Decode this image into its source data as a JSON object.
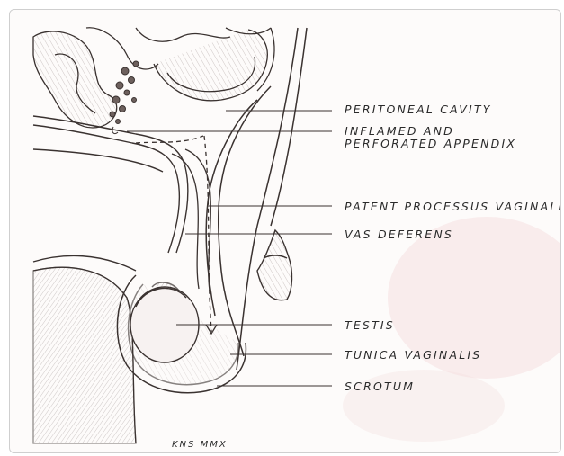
{
  "labels": {
    "peritoneal_cavity": "PERITONEAL CAVITY",
    "appendix_line1": "INFLAMED AND",
    "appendix_line2": "PERFORATED APPENDIX",
    "processus_vaginalis": "PATENT PROCESSUS VAGINALIS",
    "vas_deferens": "VAS DEFERENS",
    "testis": "TESTIS",
    "tunica_vaginalis": "TUNICA VAGINALIS",
    "scrotum": "SCROTUM"
  },
  "signature": "KNS MMX",
  "colors": {
    "pencil": "#3a3230",
    "shade": "#8a7b78",
    "paper": "#fdfbfa",
    "tint": "#f3d9dc"
  }
}
